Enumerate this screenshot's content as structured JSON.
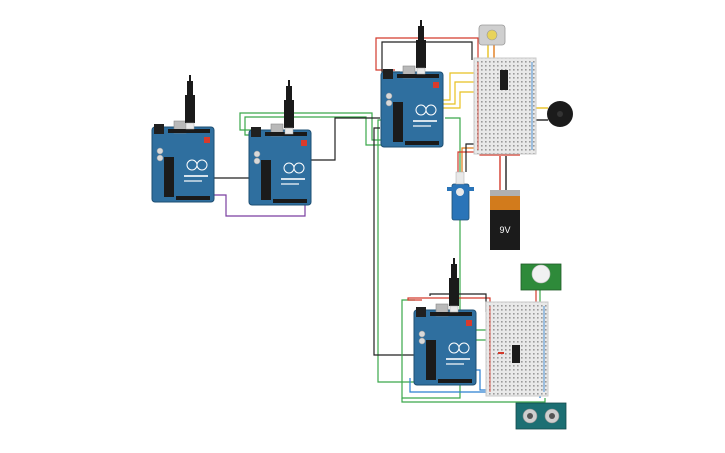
{
  "canvas": {
    "background": "#ffffff"
  },
  "colors": {
    "arduino_board": "#2f6f9f",
    "arduino_dark": "#1e4f73",
    "usb_cable": "#1a1a1a",
    "wire_green": "#3aa84a",
    "wire_red": "#d33a2c",
    "wire_black": "#222222",
    "wire_purple": "#7a3fa0",
    "wire_yellow": "#e8c020",
    "wire_orange": "#e07b1a",
    "wire_blue": "#2a7fd0",
    "breadboard": "#e9e9e9",
    "pir_board": "#2e8a3a",
    "ultrasonic_board": "#1c6f73",
    "battery_top": "#d27b1c",
    "battery_body": "#1b1b1b"
  },
  "components": {
    "arduino_units": [
      {
        "name": "arduino-uno-1",
        "icon": "arduino-uno-icon"
      },
      {
        "name": "arduino-uno-2",
        "icon": "arduino-uno-icon"
      },
      {
        "name": "arduino-uno-3",
        "icon": "arduino-uno-icon"
      },
      {
        "name": "arduino-uno-4",
        "icon": "arduino-uno-icon"
      }
    ],
    "battery": {
      "label": "9V",
      "icon": "battery-9v-icon"
    },
    "motor": {
      "icon": "dc-motor-icon"
    },
    "buzzer": {
      "icon": "piezo-buzzer-icon"
    },
    "servo": {
      "icon": "servo-motor-icon"
    },
    "pir_sensor": {
      "icon": "pir-sensor-icon"
    },
    "ultrasonic_sensor": {
      "icon": "ultrasonic-sensor-icon"
    },
    "breadboards": [
      {
        "name": "breadboard-top"
      },
      {
        "name": "breadboard-bottom"
      }
    ]
  }
}
